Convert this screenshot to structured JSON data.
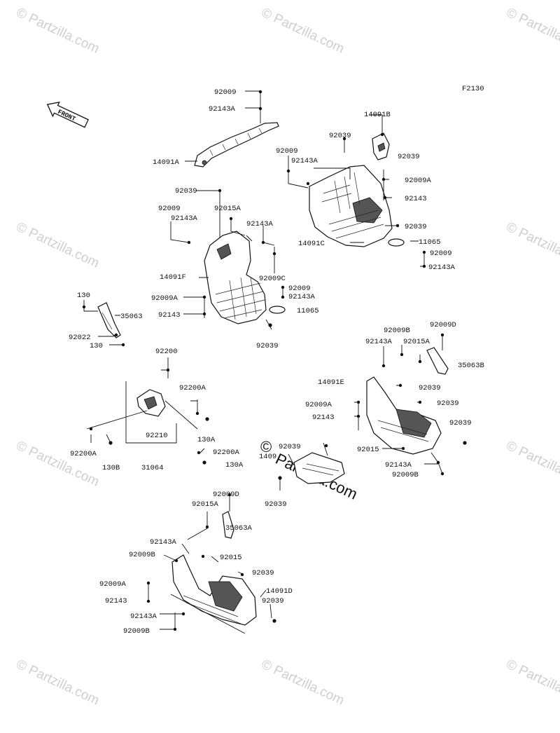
{
  "figure_code": "F2130",
  "front_arrow": "FRONT",
  "watermark": "© Partzilla.com",
  "watermark_center": "Partzilla.com",
  "watermark_center_symbol": "©",
  "labels": [
    {
      "id": "l1",
      "text": "92009"
    },
    {
      "id": "l2",
      "text": "92143A"
    },
    {
      "id": "l3",
      "text": "14091A"
    },
    {
      "id": "l4",
      "text": "92039"
    },
    {
      "id": "l5",
      "text": "14091B"
    },
    {
      "id": "l6",
      "text": "92039"
    },
    {
      "id": "l7",
      "text": "92009"
    },
    {
      "id": "l8",
      "text": "92143A"
    },
    {
      "id": "l9",
      "text": "92009A"
    },
    {
      "id": "l10",
      "text": "92143"
    },
    {
      "id": "l11",
      "text": "92039"
    },
    {
      "id": "l12",
      "text": "14091C"
    },
    {
      "id": "l13",
      "text": "11065"
    },
    {
      "id": "l14",
      "text": "92009"
    },
    {
      "id": "l15",
      "text": "92143A"
    },
    {
      "id": "l16",
      "text": "92039"
    },
    {
      "id": "l17",
      "text": "92009"
    },
    {
      "id": "l18",
      "text": "92015A"
    },
    {
      "id": "l19",
      "text": "92143A"
    },
    {
      "id": "l20",
      "text": "92143A"
    },
    {
      "id": "l21",
      "text": "14091F"
    },
    {
      "id": "l22",
      "text": "92009C"
    },
    {
      "id": "l23",
      "text": "92009A"
    },
    {
      "id": "l24",
      "text": "92009"
    },
    {
      "id": "l25",
      "text": "92143A"
    },
    {
      "id": "l26",
      "text": "92143"
    },
    {
      "id": "l27",
      "text": "11065"
    },
    {
      "id": "l28",
      "text": "92039"
    },
    {
      "id": "l29",
      "text": "130"
    },
    {
      "id": "l30",
      "text": "35063"
    },
    {
      "id": "l31",
      "text": "92022"
    },
    {
      "id": "l32",
      "text": "130"
    },
    {
      "id": "l33",
      "text": "92200"
    },
    {
      "id": "l34",
      "text": "92200A"
    },
    {
      "id": "l35",
      "text": "130A"
    },
    {
      "id": "l36",
      "text": "92210"
    },
    {
      "id": "l37",
      "text": "92200A"
    },
    {
      "id": "l38",
      "text": "92200A"
    },
    {
      "id": "l39",
      "text": "130B"
    },
    {
      "id": "l40",
      "text": "31064"
    },
    {
      "id": "l41",
      "text": "130A"
    },
    {
      "id": "l42",
      "text": "92009B"
    },
    {
      "id": "l43",
      "text": "92009D"
    },
    {
      "id": "l44",
      "text": "92143A"
    },
    {
      "id": "l45",
      "text": "92015A"
    },
    {
      "id": "l46",
      "text": "35063B"
    },
    {
      "id": "l47",
      "text": "14091E"
    },
    {
      "id": "l48",
      "text": "92039"
    },
    {
      "id": "l49",
      "text": "92009A"
    },
    {
      "id": "l50",
      "text": "92039"
    },
    {
      "id": "l51",
      "text": "92143"
    },
    {
      "id": "l52",
      "text": "92039"
    },
    {
      "id": "l53",
      "text": "92015"
    },
    {
      "id": "l54",
      "text": "92143A"
    },
    {
      "id": "l55",
      "text": "92009B"
    },
    {
      "id": "l56",
      "text": "92039"
    },
    {
      "id": "l57",
      "text": "1409"
    },
    {
      "id": "l58",
      "text": "92039"
    },
    {
      "id": "l59",
      "text": "92009D"
    },
    {
      "id": "l60",
      "text": "92015A"
    },
    {
      "id": "l61",
      "text": "35063A"
    },
    {
      "id": "l62",
      "text": "92143A"
    },
    {
      "id": "l63",
      "text": "92009B"
    },
    {
      "id": "l64",
      "text": "92015"
    },
    {
      "id": "l65",
      "text": "92039"
    },
    {
      "id": "l66",
      "text": "92009A"
    },
    {
      "id": "l67",
      "text": "14091D"
    },
    {
      "id": "l68",
      "text": "92143"
    },
    {
      "id": "l69",
      "text": "92039"
    },
    {
      "id": "l70",
      "text": "92143A"
    },
    {
      "id": "l71",
      "text": "92009B"
    }
  ]
}
